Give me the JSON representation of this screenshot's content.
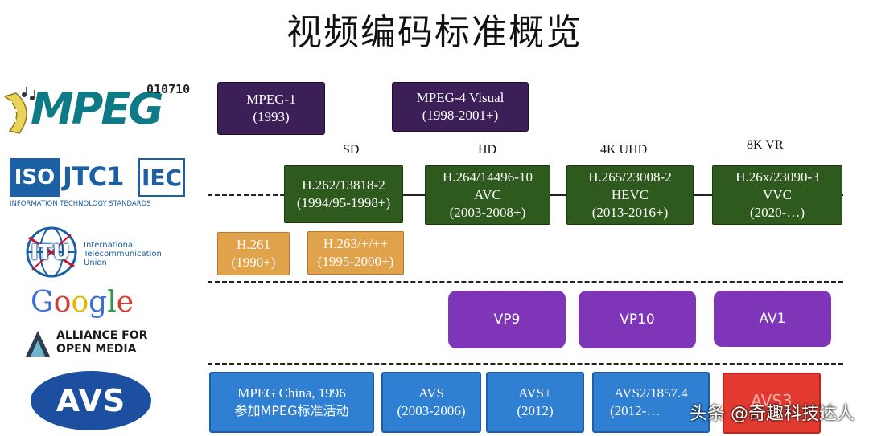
{
  "title": "视频编码标准概览",
  "logos": {
    "mpeg": {
      "text": "MPEG",
      "digits": "010710"
    },
    "iso_jtc_iec": {
      "iso": "ISO",
      "jtc": "JTC1",
      "iec": "IEC",
      "caption": "INFORMATION TECHNOLOGY STANDARDS"
    },
    "itu": {
      "text": "ITU",
      "line1": "International",
      "line2": "Telecommunication",
      "line3": "Union"
    },
    "google": {
      "text": "Google"
    },
    "aom": {
      "line1": "ALLIANCE FOR",
      "line2": "OPEN MEDIA"
    },
    "avs": {
      "text": "AVS"
    }
  },
  "resolutions": {
    "sd": "SD",
    "hd": "HD",
    "uhd4k": "4K UHD",
    "vr8k": "8K VR"
  },
  "mpeg_row": [
    {
      "line1": "MPEG-1",
      "line2": "(1993)"
    },
    {
      "line1": "MPEG-4 Visual",
      "line2": "(1998-2001+)"
    }
  ],
  "jtc_row": [
    {
      "line1": "H.262/13818-2",
      "line2": "(1994/95-1998+)",
      "line3": ""
    },
    {
      "line1": "H.264/14496-10",
      "line2": "AVC",
      "line3": "(2003-2008+)"
    },
    {
      "line1": "H.265/23008-2",
      "line2": "HEVC",
      "line3": "(2013-2016+)"
    },
    {
      "line1": "H.26x/23090-3",
      "line2": "VVC",
      "line3": "(2020-…)"
    }
  ],
  "itu_row": [
    {
      "line1": "H.261",
      "line2": "(1990+)"
    },
    {
      "line1": "H.263/+/++",
      "line2": "(1995-2000+)"
    }
  ],
  "aom_row": [
    "VP9",
    "VP10",
    "AV1"
  ],
  "avs_row": [
    {
      "line1": "MPEG China, 1996",
      "line2": "参加MPEG标准活动"
    },
    {
      "line1": "AVS",
      "line2": "(2003-2006)"
    },
    {
      "line1": "AVS+",
      "line2": "(2012)"
    },
    {
      "line1": "AVS2/1857.4",
      "line2": "(2012-…"
    }
  ],
  "avs3": "AVS3",
  "watermark": "头条 @奇趣科技达人",
  "colors": {
    "mpeg": "#3b1f56",
    "jtc": "#2f5a1e",
    "itu": "#e0a24a",
    "aom": "#7f35b8",
    "avs": "#2f7fd3",
    "avs3": "#e23a30"
  }
}
